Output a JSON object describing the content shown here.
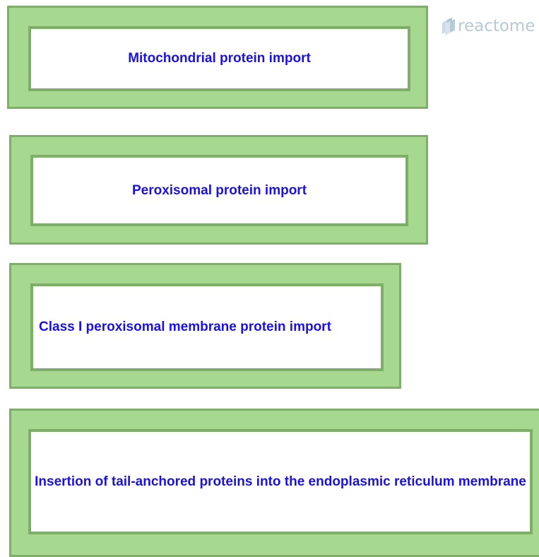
{
  "logo": {
    "text": "reactome",
    "icon": "reactome-logo-icon",
    "color": "#b5c9d6"
  },
  "colors": {
    "box_fill": "#a6d88f",
    "box_border": "#7fae6b",
    "label": "#1a10e8"
  },
  "pathways": [
    {
      "label": "Mitochondrial protein import"
    },
    {
      "label": "Peroxisomal protein import"
    },
    {
      "label": "Class I peroxisomal membrane protein import"
    },
    {
      "label": "Insertion of tail-anchored proteins into the endoplasmic reticulum membrane"
    }
  ]
}
